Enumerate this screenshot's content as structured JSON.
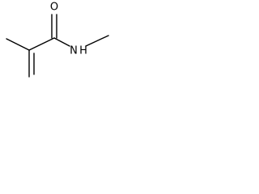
{
  "molecule": {
    "atoms": {
      "oxygen": "O",
      "nitrogen": "N",
      "hydrogen": "H"
    }
  },
  "colors": {
    "bond": "#000000",
    "background": "#ffffff"
  }
}
